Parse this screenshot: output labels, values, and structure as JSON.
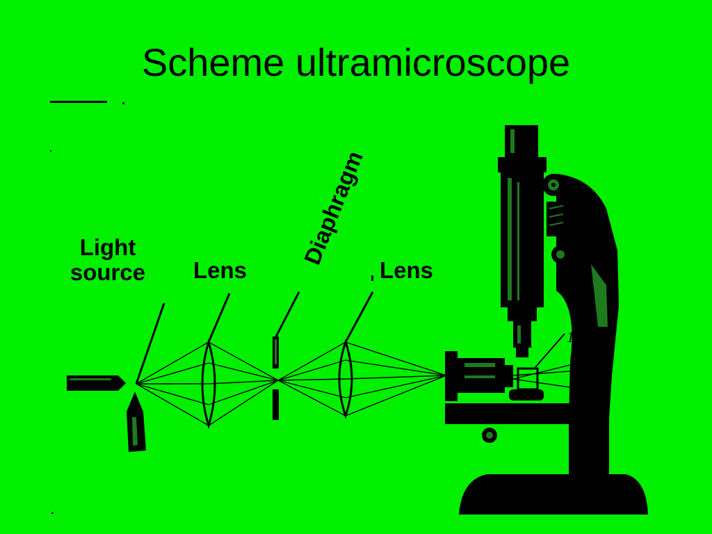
{
  "slide": {
    "title": "Scheme ultramicroscope",
    "background_color": "#00f000",
    "ink_color": "#000000"
  },
  "labels": {
    "light_source_line1": "Light",
    "light_source_line2": "source",
    "lens_left": "Lens",
    "lens_right": "Lens",
    "diaphragm": "Diaphragm",
    "specimen_marker": "1"
  }
}
